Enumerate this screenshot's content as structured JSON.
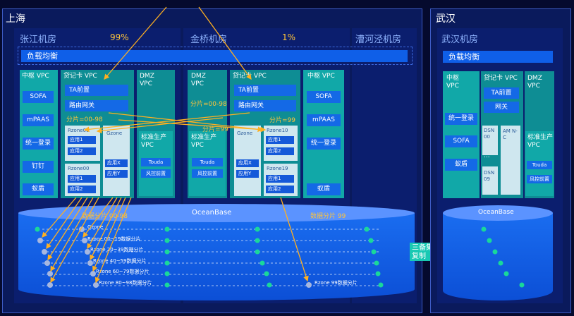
{
  "shanghai": {
    "title": "上海",
    "load_balance": "负载均衡",
    "zhangjiang": {
      "title": "张江机房",
      "percent": "99%",
      "hub": {
        "title": "中枢 VPC",
        "items": [
          "SOFA",
          "mPAAS",
          "统一登录",
          "钉钉",
          "蚁盾"
        ]
      },
      "loan": {
        "title": "贷记卡 VPC",
        "ta": "TA前置",
        "gateway": "路由网关",
        "shard": "分片=00-98"
      },
      "rzone1": {
        "title": "Rzone00",
        "apps": [
          "应用1",
          "应用2"
        ]
      },
      "rzone2": {
        "title": "Rzone00",
        "apps": [
          "应用1",
          "应用2"
        ]
      },
      "gzone": {
        "title": "Gzone",
        "apps": [
          "应用X",
          "应用Y"
        ]
      },
      "dmz": {
        "title": "DMZ VPC",
        "prod": "标准生产VPC",
        "touda": "Touda",
        "risk": "风控前置"
      }
    },
    "jinqiao": {
      "title": "金桥机房",
      "percent": "1%",
      "dmz": {
        "title": "DMZ VPC",
        "shard": "分片=00-98"
      },
      "prod": {
        "title": "标准生产VPC",
        "touda": "Touda",
        "risk": "风控前置"
      },
      "loan": {
        "title": "贷记卡 VPC",
        "ta": "TA前置",
        "gateway": "路由网关",
        "shard": "分片=99",
        "shard2": "分片=99"
      },
      "gzone": {
        "title": "Gzone",
        "apps": [
          "应用X",
          "应用Y"
        ]
      },
      "rzone1": {
        "title": "Rzone10",
        "apps": [
          "应用1",
          "应用2"
        ]
      },
      "rzone2": {
        "title": "Rzone19",
        "apps": [
          "应用1",
          "应用2"
        ]
      },
      "hub": {
        "title": "中枢 VPC",
        "items": [
          "SOFA",
          "mPAAS",
          "统一登录",
          "蚁盾"
        ]
      }
    },
    "caohejing": {
      "title": "漕河泾机房"
    },
    "oceanbase": {
      "title": "OceanBase",
      "shard_left": "数据分片 00-98",
      "shard_right": "数据分片 99",
      "rows": [
        "Gzone",
        "Rzone 00~19数据分片",
        "Rzone 20~39数据分片",
        "Rzone 40~59数据分片",
        "Rzone 60~79数据分片",
        "Rzone 80~98数据分片"
      ],
      "rzone99": "Rzone 99数据分片"
    }
  },
  "replication": "三备集群复制",
  "wuhan": {
    "title": "武汉",
    "room": {
      "title": "武汉机房",
      "load_balance": "负载均衡",
      "hub": {
        "title": "中枢 VPC",
        "items": [
          "统一登录",
          "SOFA",
          "蚁盾"
        ]
      },
      "loan": {
        "title": "贷记卡 VPC",
        "ta": "TA前置",
        "gateway": "网关",
        "dsn1": "DSN 00",
        "dots": "...",
        "dsn2": "DSN 09",
        "amc": "AM N-C"
      },
      "dmz": {
        "title": "DMZ VPC",
        "prod": "标准生产 VPC",
        "touda": "Touda",
        "risk": "风控前置"
      },
      "oceanbase": "OceanBase"
    }
  },
  "colors": {
    "accent": "#ffc43a",
    "teal": "#11a8a8",
    "blue": "#1469e6",
    "green": "#19d89a",
    "bg": "#050a2e"
  }
}
